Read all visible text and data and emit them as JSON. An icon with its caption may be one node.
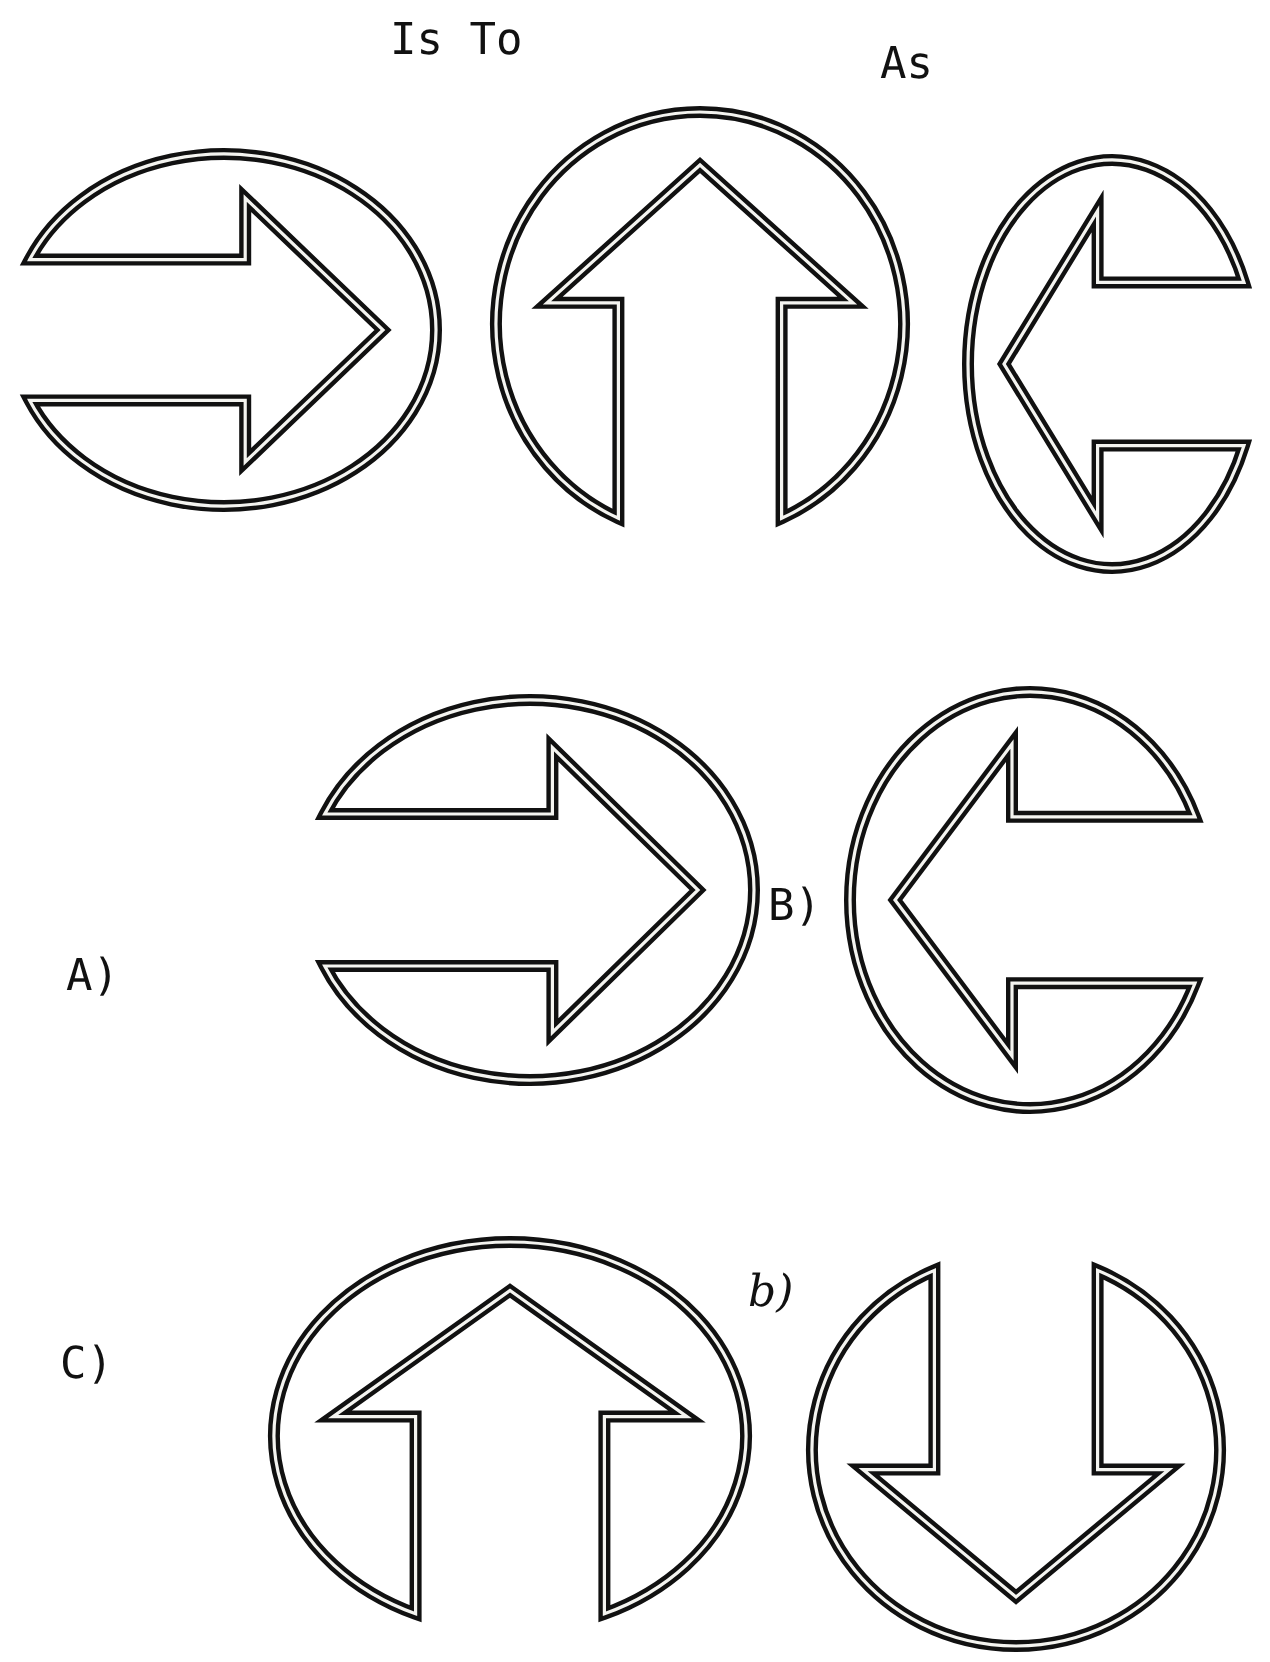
{
  "diagram": {
    "labels": [
      "Is To",
      "As",
      "A)",
      "B)",
      "C)",
      "b)"
    ]
  }
}
